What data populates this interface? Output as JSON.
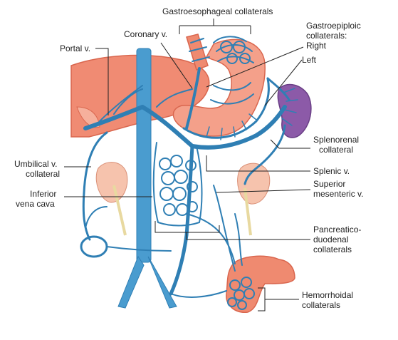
{
  "labels": {
    "gastroesophageal": "Gastroesophageal collaterals",
    "coronary": "Coronary v.",
    "portal": "Portal v.",
    "gastroepiploic": [
      "Gastroepiploic",
      "collaterals:",
      "Right"
    ],
    "left": "Left",
    "splenorenal": [
      "Splenorenal",
      "collateral"
    ],
    "umbilical": [
      "Umbilical v.",
      "collateral"
    ],
    "splenic": "Splenic v.",
    "ivc": [
      "Inferior",
      "vena cava"
    ],
    "sup_mesenteric": [
      "Superior",
      "mesenteric v."
    ],
    "pancreatico": [
      "Pancreatico-",
      "duodenal",
      "collaterals"
    ],
    "hemorrhoidal": [
      "Hemorrhoidal",
      "collaterals"
    ]
  },
  "colors": {
    "vein": "#2f7fb4",
    "vein_fill": "#4a9ccf",
    "liver": "#f08b73",
    "stomach": "#f4a08a",
    "spleen": "#8c5aa8",
    "kidney": "#f6c3ad",
    "ureter": "#e8d9a0",
    "bowel": "#ef8a70"
  }
}
